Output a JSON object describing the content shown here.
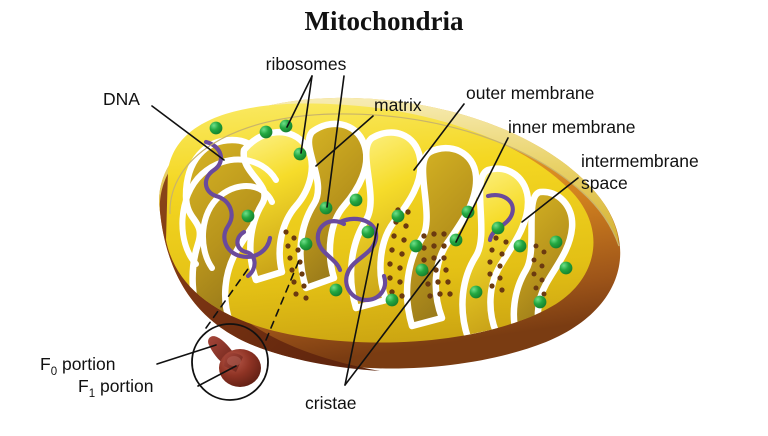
{
  "figure": {
    "title": "Mitochondria",
    "background_color": "#ffffff",
    "subject": "mitochondrion-cutaway-diagram"
  },
  "labels": {
    "dna": "DNA",
    "ribosomes": "ribosomes",
    "matrix": "matrix",
    "outer_membrane": "outer membrane",
    "inner_membrane": "inner membrane",
    "intermembrane_space_line1": "intermembrane",
    "intermembrane_space_line2": "space",
    "cristae": "cristae",
    "f0_prefix": "F",
    "f0_sub": "0",
    "f0_suffix": " portion",
    "f1_prefix": "F",
    "f1_sub": "1",
    "f1_suffix": " portion"
  },
  "colors": {
    "matrix_yellow": "#f2d21c",
    "matrix_yellow_light": "#fae85f",
    "crista_shade": "#c8a01a",
    "membrane_white": "#ffffff",
    "outer_rim": "#e8cf5a",
    "outer_body_orange": "#e0901f",
    "outer_body_brown": "#8a4a16",
    "cut_edge_maroon": "#7d3414",
    "ribosome_green": "#22a53f",
    "dna_purple": "#6a4a9c",
    "atp_dot_brown": "#6b3a10",
    "atp_synthase_red": "#8c2f22",
    "leader_black": "#111111"
  },
  "structures": {
    "ribosome_count": 22,
    "crista_count": 11,
    "atp_synthase_patch_count": 5,
    "dna_strand_count": 3
  }
}
